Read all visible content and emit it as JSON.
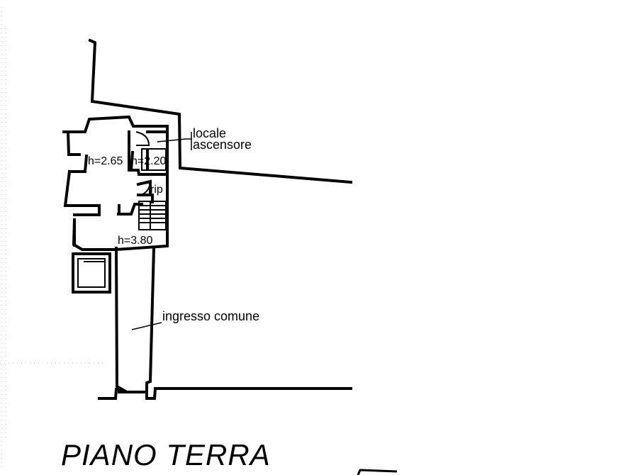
{
  "plan": {
    "title": "PIANO TERRA",
    "labels": {
      "locale_ascensore_line1": "locale",
      "locale_ascensore_line2": "ascensore",
      "height_main": "h=2.65",
      "height_lift": "h=2.20",
      "rip": "rip",
      "height_stair": "h=3.80",
      "ingresso": "ingresso comune"
    }
  }
}
